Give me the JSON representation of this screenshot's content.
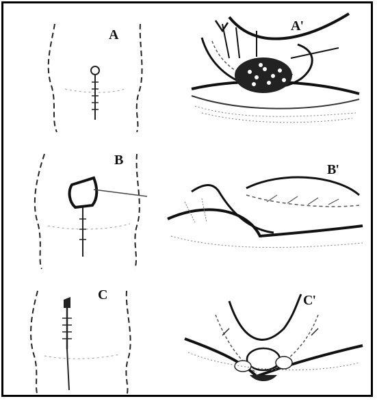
{
  "figure": {
    "panels": [
      {
        "id": "A",
        "label": "A"
      },
      {
        "id": "A-prime",
        "label": "A'"
      },
      {
        "id": "B",
        "label": "B"
      },
      {
        "id": "B-prime",
        "label": "B'"
      },
      {
        "id": "C",
        "label": "C"
      },
      {
        "id": "C-prime",
        "label": "C'"
      }
    ]
  }
}
